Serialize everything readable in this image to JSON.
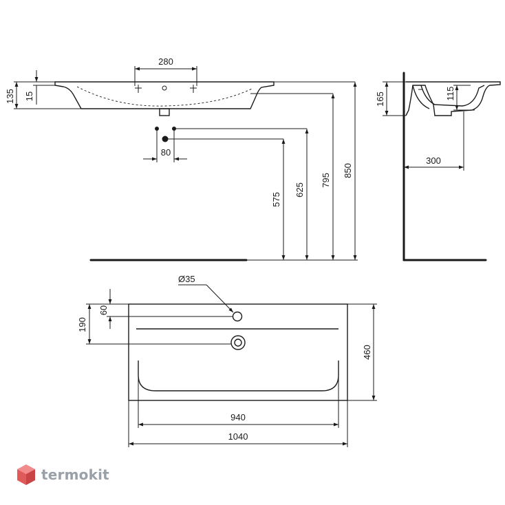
{
  "side_elevation": {
    "dim_width_top": "280",
    "dim_height_total": "135",
    "dim_height_rim": "15",
    "dim_waste_spacing": "80",
    "dim_h_575": "575",
    "dim_h_625": "625",
    "dim_h_795": "795",
    "dim_h_850": "850"
  },
  "section_view": {
    "dim_height_165": "165",
    "dim_depth_115": "115",
    "dim_projection_300": "300"
  },
  "plan_view": {
    "dim_hole_diameter": "Ø35",
    "dim_tap_offset_60": "60",
    "dim_waste_offset_190": "190",
    "dim_depth_460": "460",
    "dim_inner_width_940": "940",
    "dim_overall_width_1040": "1040"
  },
  "watermark": {
    "text": "termokit",
    "colors": {
      "top": "#f28b8b",
      "left": "#e05a5a",
      "right": "#c94444",
      "text": "#9aa0a8"
    }
  }
}
